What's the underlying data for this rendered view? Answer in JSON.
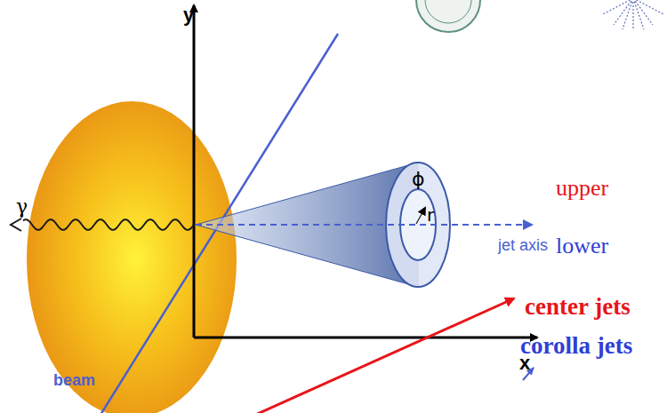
{
  "diagram": {
    "labels": [
      "y",
      "γ",
      "ϕ",
      "r",
      "jet axis",
      "upper",
      "lower",
      "x",
      "center jets",
      "corolla jets",
      "beam"
    ]
  }
}
